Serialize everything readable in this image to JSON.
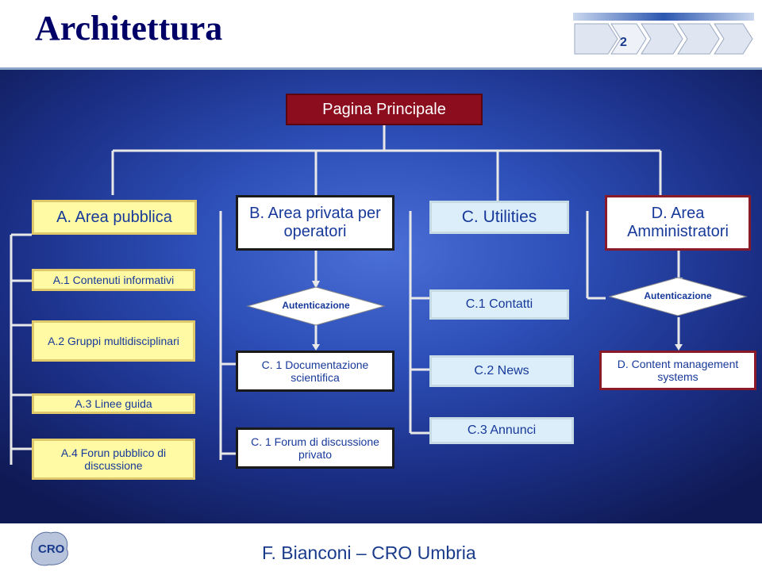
{
  "header": {
    "title": "Architettura",
    "slide_number": "2"
  },
  "diagram": {
    "root": "Pagina Principale",
    "a_header": "A. Area pubblica",
    "a_items": [
      "A.1 Contenuti informativi",
      "A.2  Gruppi multidisciplinari",
      "A.3 Linee guida",
      "A.4 Forun pubblico di discussione"
    ],
    "b_header": "B. Area privata per operatori",
    "b_auth": "Autenticazione",
    "b_items": [
      "C. 1 Documentazione scientifica",
      "C. 1 Forum di discussione privato"
    ],
    "c_header": "C. Utilities",
    "c_items": [
      "C.1 Contatti",
      "C.2 News",
      "C.3 Annunci"
    ],
    "d_header": "D. Area Amministratori",
    "d_auth": "Autenticazione",
    "d_items": [
      "D. Content management systems"
    ]
  },
  "footer": {
    "author": "F. Bianconi – CRO Umbria",
    "logo_text": "CRO"
  },
  "colors": {
    "root_box": "#8b0d1e",
    "text_blue": "#17399a",
    "yellow_box": "#fffaa3"
  }
}
